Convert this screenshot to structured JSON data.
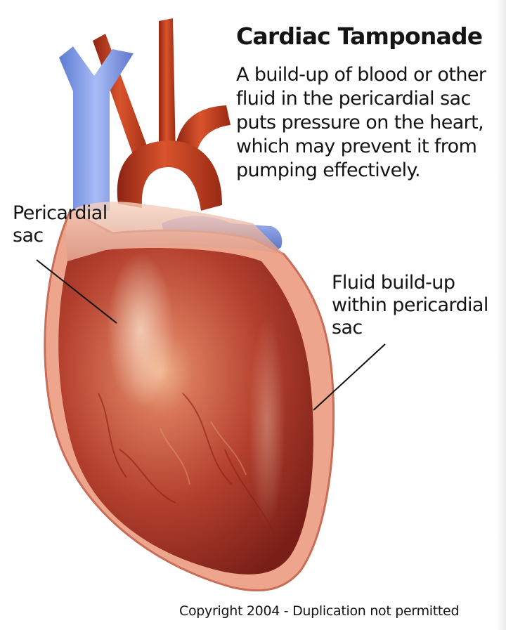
{
  "title": "Cardiac Tamponade",
  "description": "A build-up of blood or other fluid in the pericardial sac puts pressure on the heart, which may prevent it from pumping effectively.",
  "labels": {
    "pericardial_sac": "Pericardial sac",
    "fluid_buildup": "Fluid build-up within pericardial sac"
  },
  "copyright": "Copyright 2004 - Duplication not permitted",
  "colors": {
    "heart_red": "#b8412c",
    "artery_red": "#c43c1c",
    "vein_blue": "#7f9ae6",
    "sac_pink": "#f0ad95",
    "text": "#141414"
  }
}
